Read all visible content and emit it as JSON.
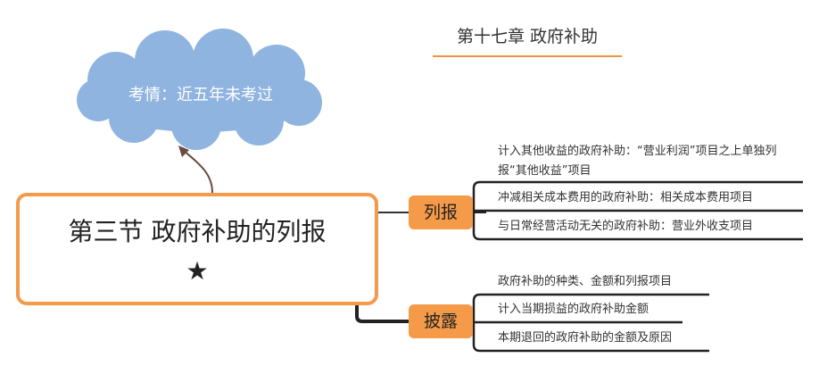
{
  "chapter_title": "第十七章  政府补助",
  "cloud": {
    "text": "考情：近五年未考过"
  },
  "main_topic": {
    "title": "第三节 政府补助的列报",
    "star": "★"
  },
  "branches": [
    {
      "label": "列报",
      "items": [
        "计入其他收益的政府补助：“营业利润”项目之上单独列报“其他收益”项目",
        "冲减相关成本费用的政府补助：相关成本费用项目",
        "与日常经营活动无关的政府补助：营业外收支项目"
      ]
    },
    {
      "label": "披露",
      "items": [
        "政府补助的种类、金额和列报项目",
        "计入当期损益的政府补助金额",
        "本期退回的政府补助的金额及原因"
      ]
    }
  ],
  "colors": {
    "accent": "#f59a48",
    "cloud": "#8fb4e0",
    "line": "#222222"
  }
}
